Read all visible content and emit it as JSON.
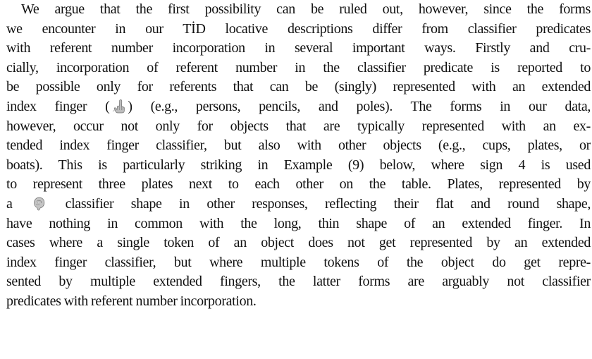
{
  "paragraph": {
    "lines": [
      "We argue that the first possibility can be ruled out, however, since the forms",
      "we encounter in our TİD locative descriptions differ from classifier predicates",
      "with referent number incorporation in several important ways. Firstly and cru-",
      "cially, incorporation of referent number in the classifier predicate is reported to",
      "be possible only for referents that can be (singly) represented with an extended"
    ],
    "line6_before": "index finger (",
    "line6_after": ") (e.g., persons, pencils, and poles). The forms in our data,",
    "lines_mid": [
      "however, occur not only for objects that are typically represented with an ex-",
      "tended index finger classifier, but also with other objects (e.g., cups, plates, or",
      "boats). This is particularly striking in Example (9) below, where sign 4 is used",
      "to represent three plates next to each other on the table. Plates, represented by"
    ],
    "line11_before": "a",
    "line11_after": "classifier shape in other responses, reflecting their flat and round shape,",
    "lines_end": [
      "have nothing in common with the long, thin shape of an extended finger. In",
      "cases where a single token of an object does not get represented by an extended",
      "index finger classifier, but where multiple tokens of the object do get repre-",
      "sented by multiple extended fingers, the latter forms are arguably not classifier",
      "predicates with referent number incorporation."
    ]
  },
  "icons": {
    "index_finger": "index-finger-handshape-icon",
    "flat_round": "flat-round-handshape-icon"
  },
  "colors": {
    "text": "#111111",
    "background": "#ffffff"
  }
}
